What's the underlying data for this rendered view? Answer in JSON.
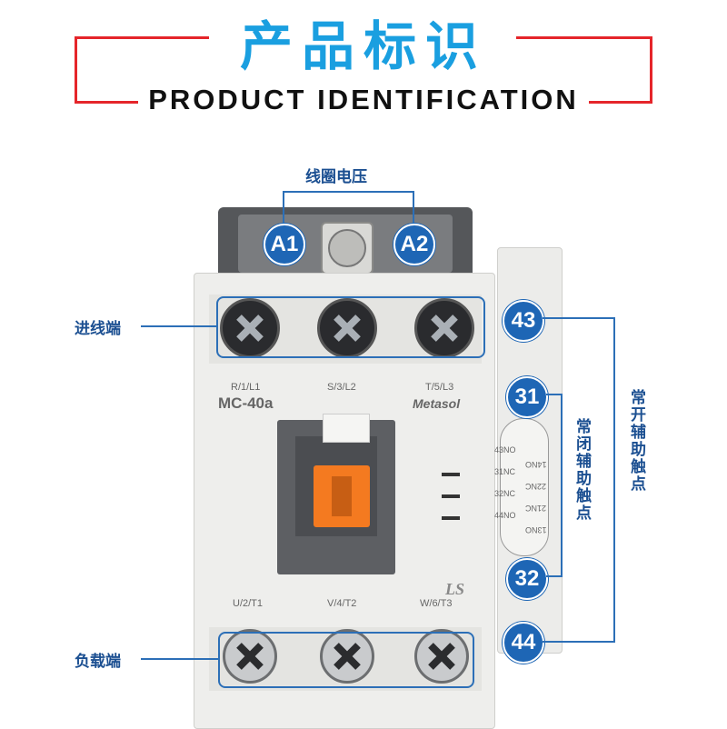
{
  "header": {
    "title_cn": "产品标识",
    "title_en": "PRODUCT IDENTIFICATION",
    "accent_color": "#1a9fe0",
    "frame_color": "#e5252a"
  },
  "product": {
    "model": "MC-40a",
    "brand": "Metasol",
    "logo": "LS",
    "line_terminals": [
      "R/1/L1",
      "S/3/L2",
      "T/5/L3"
    ],
    "load_terminals": [
      "U/2/T1",
      "V/4/T2",
      "W/6/T3"
    ],
    "aux_left": [
      "43NO",
      "31NC",
      "32NC",
      "44NO"
    ],
    "aux_right": [
      "14NO",
      "22NC",
      "21NC",
      "13NO"
    ]
  },
  "callouts": {
    "coil_voltage": "线圈电压",
    "line_side": "进线端",
    "load_side": "负载端",
    "nc_aux": "常闭辅助触点",
    "no_aux": "常开辅助触点"
  },
  "badges": {
    "a1": "A1",
    "a2": "A2",
    "b43": "43",
    "b31": "31",
    "b32": "32",
    "b44": "44"
  }
}
